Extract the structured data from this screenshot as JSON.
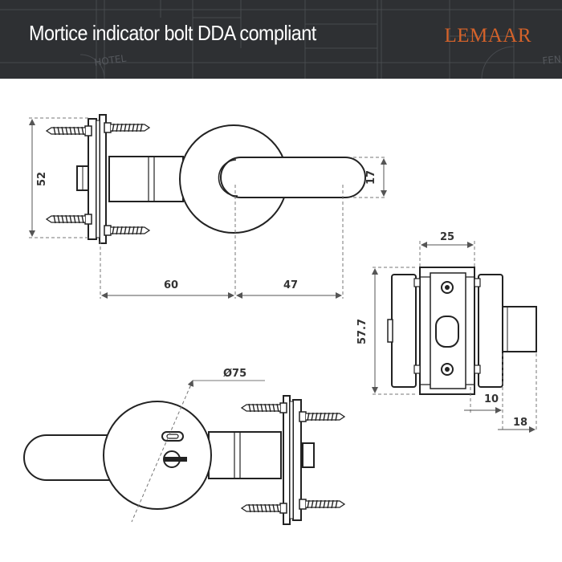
{
  "header": {
    "title": "Mortice indicator bolt DDA compliant",
    "brand": "LEMAAR",
    "background_color": "#2e3033",
    "brand_color": "#d4622a",
    "blueprint_text_1": "HOTEL",
    "blueprint_text_2": "FEN"
  },
  "dimensions": {
    "plate_height": "52",
    "lever_height": "17",
    "backset": "60",
    "lever_length": "47",
    "bolt_width": "25",
    "faceplate_height": "57.7",
    "bolt_offset": "10",
    "bolt_projection": "18",
    "rose_diameter": "Ø75"
  }
}
